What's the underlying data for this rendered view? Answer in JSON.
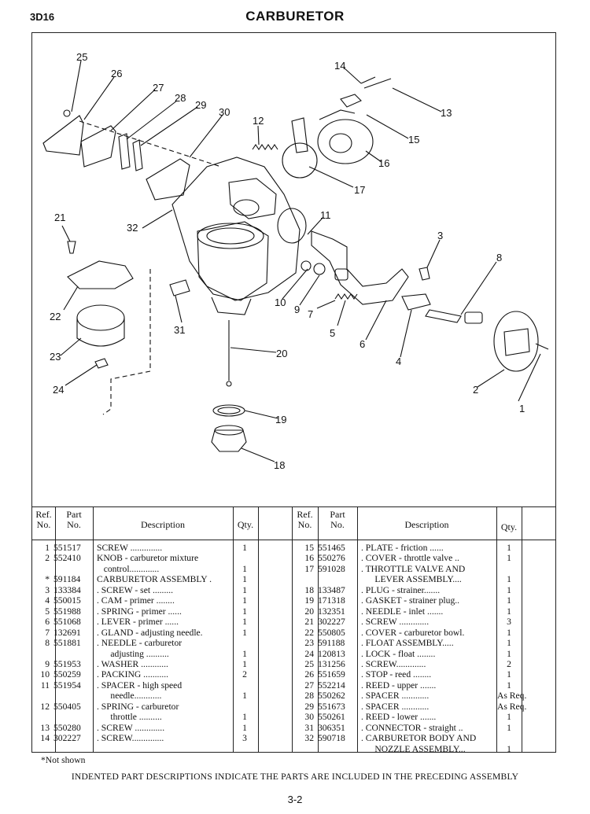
{
  "header": {
    "page_code": "3D16",
    "title": "CARBURETOR"
  },
  "diagram": {
    "callouts": [
      "1",
      "2",
      "3",
      "4",
      "5",
      "6",
      "7",
      "8",
      "9",
      "10",
      "11",
      "12",
      "13",
      "14",
      "15",
      "16",
      "17",
      "18",
      "19",
      "20",
      "21",
      "22",
      "23",
      "24",
      "25",
      "26",
      "27",
      "28",
      "29",
      "30",
      "31",
      "32"
    ]
  },
  "table": {
    "headers": {
      "ref": "Ref. No.",
      "ref_top": "Ref.",
      "ref_bot": "No.",
      "part_top": "Part",
      "part_bot": "No.",
      "description": "Description",
      "qty": "Qty."
    },
    "left": [
      {
        "ref": "1",
        "part": "551517",
        "desc": "SCREW ..............",
        "qty": "1"
      },
      {
        "ref": "2",
        "part": "552410",
        "desc": "KNOB - carburetor mixture",
        "qty": ""
      },
      {
        "ref": "",
        "part": "",
        "desc": "   control.............",
        "qty": "1"
      },
      {
        "ref": "*",
        "part": "591184",
        "desc": "CARBURETOR ASSEMBLY .",
        "qty": "1"
      },
      {
        "ref": "3",
        "part": "133384",
        "desc": ". SCREW - set .........",
        "qty": "1"
      },
      {
        "ref": "4",
        "part": "550015",
        "desc": ". CAM - primer ........",
        "qty": "1"
      },
      {
        "ref": "5",
        "part": "551988",
        "desc": ". SPRING - primer ......",
        "qty": "1"
      },
      {
        "ref": "6",
        "part": "551068",
        "desc": ". LEVER - primer ......",
        "qty": "1"
      },
      {
        "ref": "7",
        "part": "132691",
        "desc": ". GLAND - adjusting needle.",
        "qty": "1"
      },
      {
        "ref": "8",
        "part": "551881",
        "desc": ". NEEDLE - carburetor",
        "qty": ""
      },
      {
        "ref": "",
        "part": "",
        "desc": "      adjusting ..........",
        "qty": "1"
      },
      {
        "ref": "9",
        "part": "551953",
        "desc": ". WASHER ............",
        "qty": "1"
      },
      {
        "ref": "10",
        "part": "550259",
        "desc": ". PACKING ...........",
        "qty": "2"
      },
      {
        "ref": "11",
        "part": "551954",
        "desc": ". SPACER - high speed",
        "qty": ""
      },
      {
        "ref": "",
        "part": "",
        "desc": "      needle............",
        "qty": "1"
      },
      {
        "ref": "12",
        "part": "550405",
        "desc": ". SPRING - carburetor",
        "qty": ""
      },
      {
        "ref": "",
        "part": "",
        "desc": "      throttle ..........",
        "qty": "1"
      },
      {
        "ref": "13",
        "part": "550280",
        "desc": ". SCREW .............",
        "qty": "1"
      },
      {
        "ref": "14",
        "part": "302227",
        "desc": ". SCREW..............",
        "qty": "3"
      }
    ],
    "right": [
      {
        "ref": "15",
        "part": "551465",
        "desc": ". PLATE - friction ......",
        "qty": "1"
      },
      {
        "ref": "16",
        "part": "550276",
        "desc": ". COVER - throttle valve ..",
        "qty": "1"
      },
      {
        "ref": "17",
        "part": "591028",
        "desc": ". THROTTLE VALVE AND",
        "qty": ""
      },
      {
        "ref": "",
        "part": "",
        "desc": "      LEVER ASSEMBLY....",
        "qty": "1"
      },
      {
        "ref": "18",
        "part": "133487",
        "desc": ". PLUG - strainer.......",
        "qty": "1"
      },
      {
        "ref": "19",
        "part": "171318",
        "desc": ". GASKET - strainer plug..",
        "qty": "1"
      },
      {
        "ref": "20",
        "part": "132351",
        "desc": ". NEEDLE - inlet .......",
        "qty": "1"
      },
      {
        "ref": "21",
        "part": "302227",
        "desc": ". SCREW .............",
        "qty": "3"
      },
      {
        "ref": "22",
        "part": "550805",
        "desc": ". COVER - carburetor bowl.",
        "qty": "1"
      },
      {
        "ref": "23",
        "part": "591188",
        "desc": ". FLOAT ASSEMBLY.....",
        "qty": "1"
      },
      {
        "ref": "24",
        "part": "120813",
        "desc": ". LOCK - float ........",
        "qty": "1"
      },
      {
        "ref": "25",
        "part": "131256",
        "desc": ". SCREW.............",
        "qty": "2"
      },
      {
        "ref": "26",
        "part": "551659",
        "desc": ". STOP - reed ........",
        "qty": "1"
      },
      {
        "ref": "27",
        "part": "552214",
        "desc": ". REED - upper .......",
        "qty": "1"
      },
      {
        "ref": "28",
        "part": "550262",
        "desc": ". SPACER ............",
        "qty": "As Req."
      },
      {
        "ref": "29",
        "part": "551673",
        "desc": ". SPACER ............",
        "qty": "As Req."
      },
      {
        "ref": "30",
        "part": "550261",
        "desc": ". REED - lower .......",
        "qty": "1"
      },
      {
        "ref": "31",
        "part": "306351",
        "desc": ". CONNECTOR - straight ..",
        "qty": "1"
      },
      {
        "ref": "32",
        "part": "590718",
        "desc": ". CARBURETOR BODY AND",
        "qty": ""
      },
      {
        "ref": "",
        "part": "",
        "desc": "      NOZZLE ASSEMBLY...",
        "qty": "1"
      }
    ]
  },
  "footnote": "*Not shown",
  "note": "INDENTED PART DESCRIPTIONS INDICATE THE PARTS ARE INCLUDED IN THE PRECEDING ASSEMBLY",
  "page_number": "3-2"
}
